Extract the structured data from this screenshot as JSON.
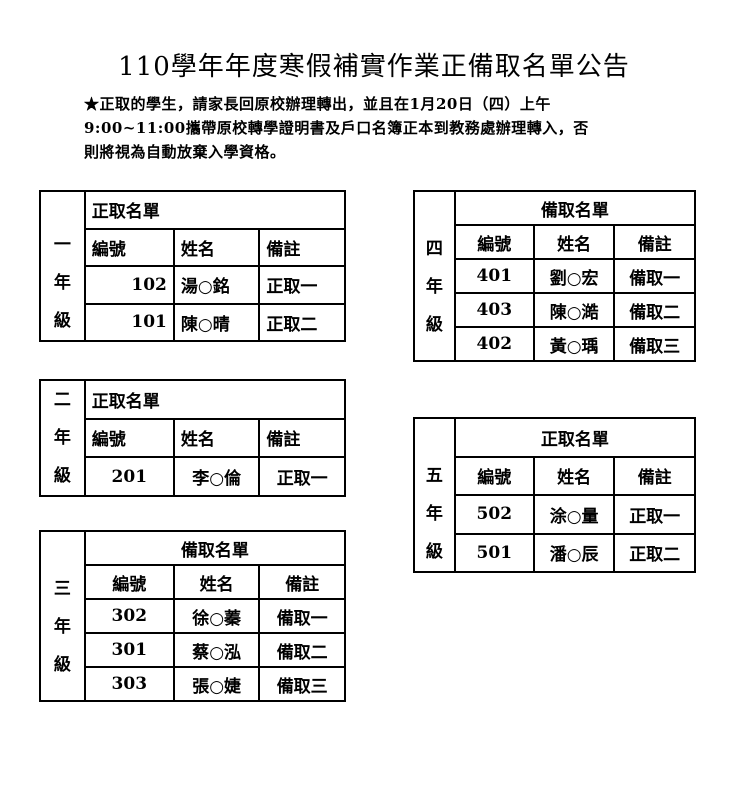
{
  "title": "110學年年度寒假補實作業正備取名單公告",
  "notice": [
    "★正取的學生，請家長回原校辦理轉出，並且在1月20日（四）上午",
    "9:00~11:00攜帶原校轉學證明書及戶口名簿正本到教務處辦理轉入，否",
    "則將視為自動放棄入學資格。"
  ],
  "headers": {
    "number": "編號",
    "name": "姓名",
    "remark": "備註"
  },
  "grade1": {
    "grade_chars": [
      "一",
      "年",
      "級"
    ],
    "list_title": "正取名單",
    "rows": [
      {
        "number": "102",
        "name": "湯○銘",
        "remark": "正取一"
      },
      {
        "number": "101",
        "name": "陳○晴",
        "remark": "正取二"
      }
    ]
  },
  "grade2": {
    "grade_chars": [
      "二",
      "年",
      "級"
    ],
    "list_title": "正取名單",
    "rows": [
      {
        "number": "201",
        "name": "李○倫",
        "remark": "正取一"
      }
    ]
  },
  "grade3": {
    "grade_chars": [
      "三",
      "年",
      "級"
    ],
    "list_title": "備取名單",
    "rows": [
      {
        "number": "302",
        "name": "徐○蓁",
        "remark": "備取一"
      },
      {
        "number": "301",
        "name": "蔡○泓",
        "remark": "備取二"
      },
      {
        "number": "303",
        "name": "張○婕",
        "remark": "備取三"
      }
    ]
  },
  "grade4": {
    "grade_chars": [
      "四",
      "年",
      "級"
    ],
    "list_title": "備取名單",
    "rows": [
      {
        "number": "401",
        "name": "劉○宏",
        "remark": "備取一"
      },
      {
        "number": "403",
        "name": "陳○澔",
        "remark": "備取二"
      },
      {
        "number": "402",
        "name": "黃○瑀",
        "remark": "備取三"
      }
    ]
  },
  "grade5": {
    "grade_chars": [
      "五",
      "年",
      "級"
    ],
    "list_title": "正取名單",
    "rows": [
      {
        "number": "502",
        "name": "涂○量",
        "remark": "正取一"
      },
      {
        "number": "501",
        "name": "潘○辰",
        "remark": "正取二"
      }
    ]
  }
}
